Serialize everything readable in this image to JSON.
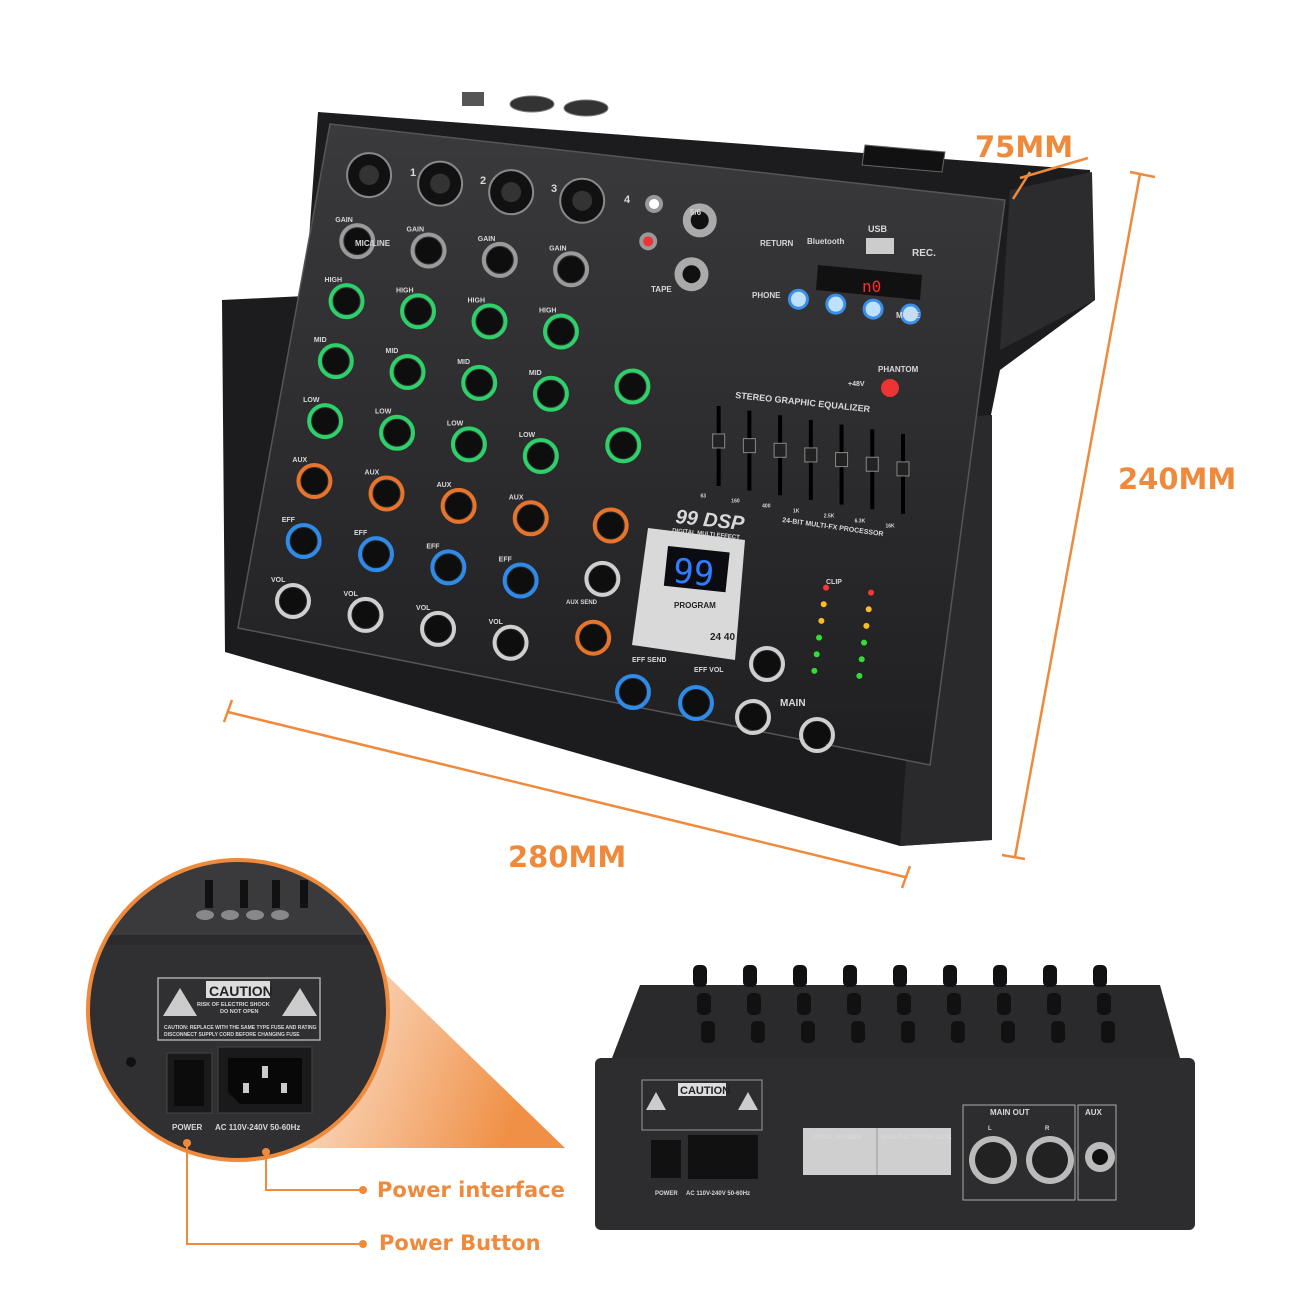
{
  "dimensions": {
    "depth": "75MM",
    "height": "240MM",
    "width": "280MM"
  },
  "callouts": {
    "power_interface": "Power interface",
    "power_button": "Power Button"
  },
  "mixer_top": {
    "channel_numbers": [
      "1",
      "2",
      "3",
      "4"
    ],
    "input_label": "MIC/LINE",
    "knob_labels": [
      "GAIN",
      "HIGH",
      "MID",
      "LOW",
      "AUX",
      "EFF",
      "VOL"
    ],
    "return_label": "RETURN",
    "phone_label": "PHONE",
    "tape_label": "TAPE",
    "stereo_label": "5/6",
    "bluetooth_label": "Bluetooth",
    "usb_label": "USB",
    "rec_label": "REC.",
    "player_display": "n0",
    "mode_label": "MODE",
    "phantom_label": "PHANTOM",
    "phantom_voltage": "+48V",
    "eq_title": "STEREO GRAPHIC EQUALIZER",
    "eq_bands": [
      "63",
      "160",
      "400",
      "1K",
      "2.5K",
      "6.3K",
      "16K"
    ],
    "dsp_brand": "99 DSP",
    "dsp_subtitle": "DIGITAL MULTI EFFECT",
    "dsp_display": "99",
    "program_label": "PROGRAM",
    "fx_title": "24-BIT MULTI-FX PROCESSOR",
    "bit_badge": "24 40",
    "clip_label": "CLIP",
    "eff_send_label": "EFF SEND",
    "eff_vol_label": "EFF VOL",
    "main_label": "MAIN",
    "aux_send_label": "AUX SEND",
    "colors": {
      "gain": "#9a9a9a",
      "eq": "#2ed06a",
      "aux": "#e8742c",
      "eff": "#2f8ae8",
      "vol": "#cfcfcf"
    }
  },
  "rear_panel": {
    "caution_title": "CAUTION",
    "caution_line1": "RISK OF ELECTRIC SHOCK",
    "caution_line2": "DO NOT OPEN",
    "caution_note": "CAUTION: REPLACE WITH THE SAME TYPE FUSE AND RATING",
    "caution_note2": "DISCONNECT SUPPLY CORD BEFORE CHANGING FUSE",
    "power_label": "POWER",
    "ac_label": "AC 110V-240V 50-60Hz",
    "serial_label": "SERIAL NUMBER",
    "date_label": "MANUFACTURING DATE",
    "main_out_label": "MAIN OUT",
    "aux_label": "AUX",
    "left": "L",
    "right": "R"
  },
  "accent_color": "#ef8a3c"
}
